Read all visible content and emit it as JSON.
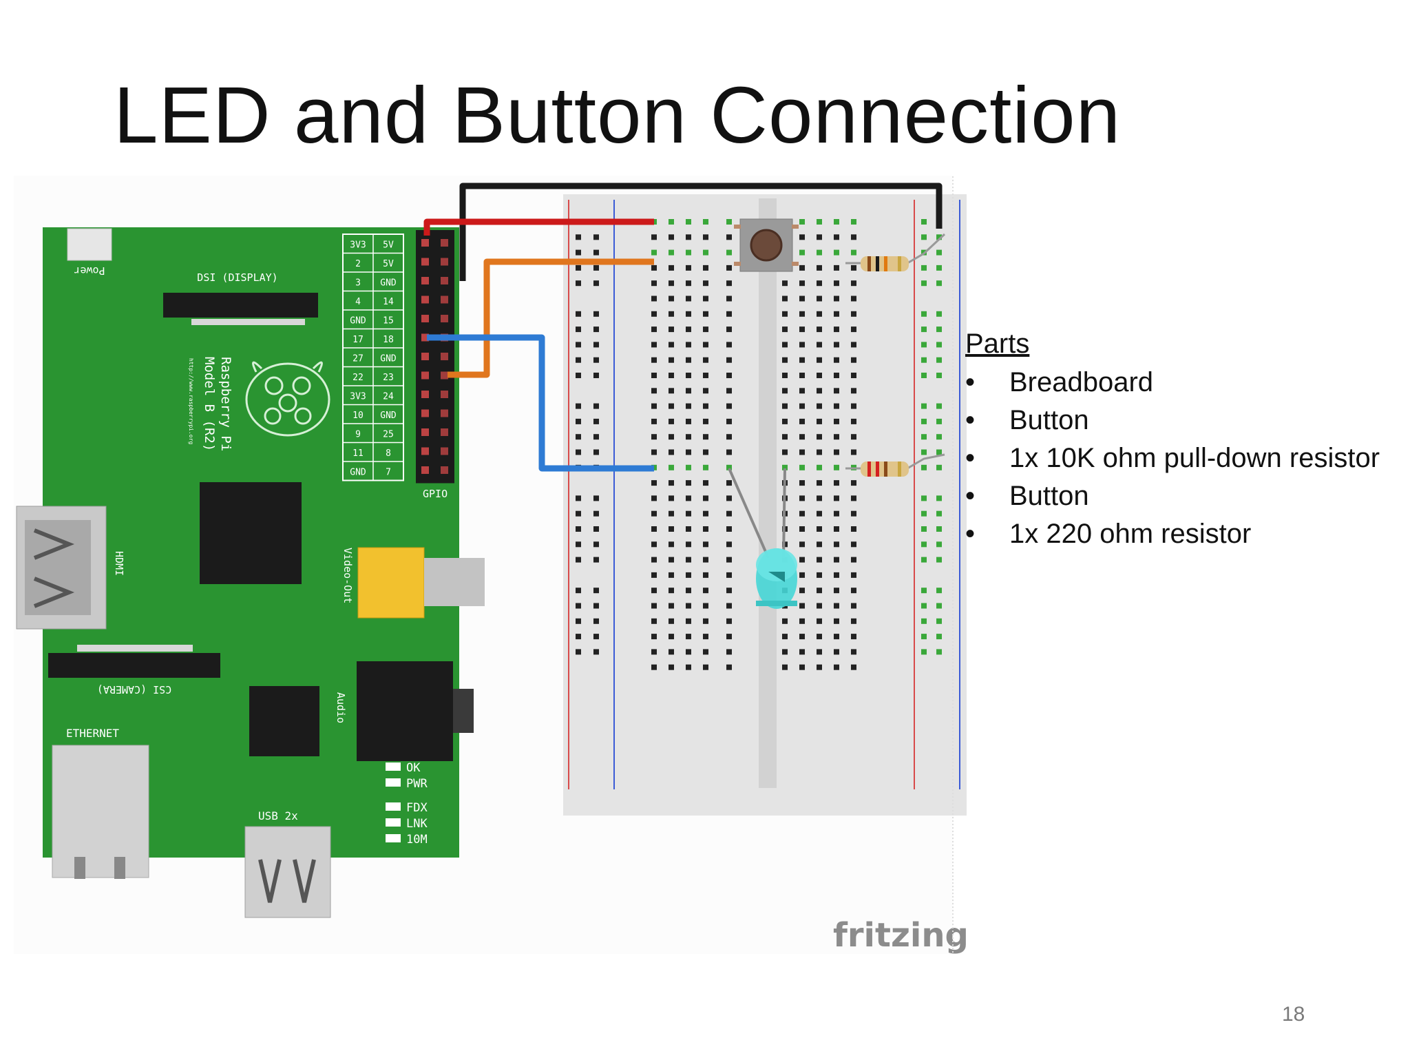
{
  "slide": {
    "title": "LED and Button Connection",
    "page_number": "18"
  },
  "parts": {
    "heading": "Parts",
    "items": [
      "Breadboard",
      "Button",
      "1x 10K ohm pull-down resistor",
      "Button",
      "1x 220 ohm resistor"
    ]
  },
  "diagram": {
    "watermark": "fritzing",
    "board_labels": {
      "power": "Power",
      "dsi": "DSI (DISPLAY)",
      "model_line1": "Raspberry Pi",
      "model_line2": "Model B (R2)",
      "url": "http://www.raspberrypi.org",
      "hdmi": "HDMI",
      "video_out": "Video-Out",
      "audio": "Audio",
      "csi": "CSI (CAMERA)",
      "ethernet": "ETHERNET",
      "usb": "USB 2x",
      "gpio": "GPIO"
    },
    "gpio_pins": [
      [
        "3V3",
        "5V"
      ],
      [
        "2",
        "5V"
      ],
      [
        "3",
        "GND"
      ],
      [
        "4",
        "14"
      ],
      [
        "GND",
        "15"
      ],
      [
        "17",
        "18"
      ],
      [
        "27",
        "GND"
      ],
      [
        "22",
        "23"
      ],
      [
        "3V3",
        "24"
      ],
      [
        "10",
        "GND"
      ],
      [
        "9",
        "25"
      ],
      [
        "11",
        "8"
      ],
      [
        "GND",
        "7"
      ]
    ],
    "status_leds": [
      "OK",
      "PWR",
      "FDX",
      "LNK",
      "10M"
    ],
    "wire_colors": {
      "power": "#cc1a1a",
      "ground": "#1a1a1a",
      "button_signal": "#e0761e",
      "led_signal": "#2e7bd4",
      "led_leg": "#888888"
    }
  }
}
